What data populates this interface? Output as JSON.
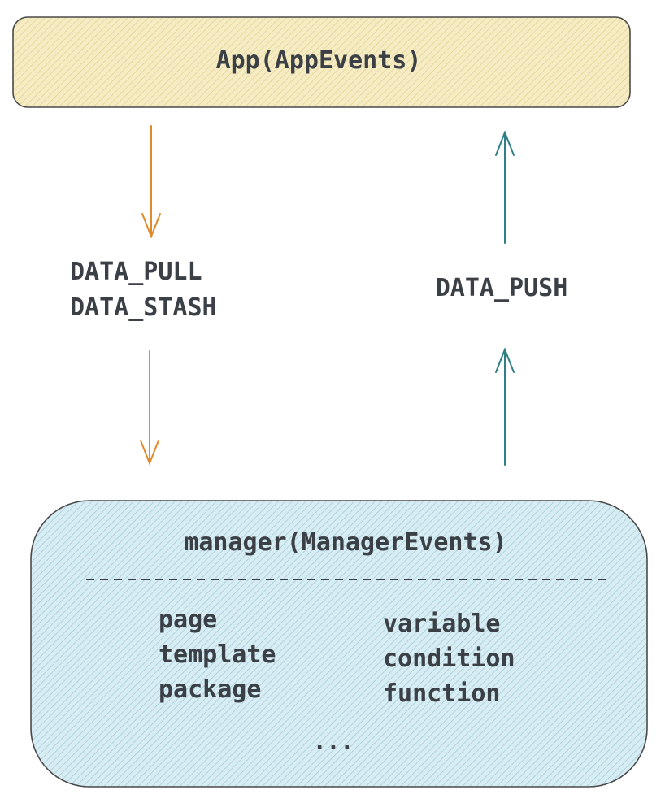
{
  "app_box": {
    "label": "App(AppEvents)",
    "fill": "#f6ecc4",
    "stroke": "#4a4a4a"
  },
  "manager_box": {
    "label": "manager(ManagerEvents)",
    "fill": "#d7edf3",
    "stroke": "#4a4a4a",
    "left_items": [
      "page",
      "template",
      "package"
    ],
    "right_items": [
      "variable",
      "condition",
      "function"
    ],
    "ellipsis": "..."
  },
  "down_flow": {
    "lines": [
      "DATA_PULL",
      "DATA_STASH"
    ],
    "color": "#e08a2c"
  },
  "up_flow": {
    "label": "DATA_PUSH",
    "color": "#2f7f86"
  },
  "text_color": "#3b3f46"
}
